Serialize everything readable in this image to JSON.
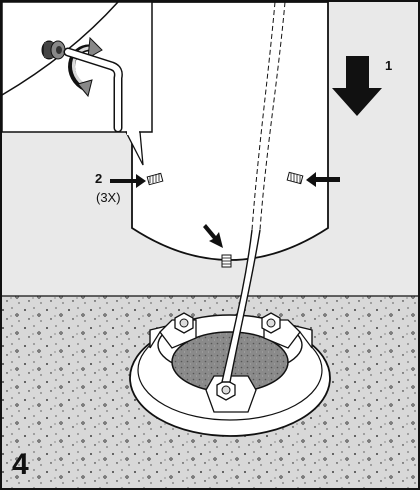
{
  "figure": {
    "step_arrow_1_label": "1",
    "step_arrow_2_label": "2",
    "fastener_count": "(3X)",
    "panel_number": "4"
  },
  "colors": {
    "background": "#e9e9e9",
    "floor": "#d8d8d8",
    "ink": "#111111",
    "grout": "#8a8a8a",
    "tank": "#ffffff"
  },
  "icons": [
    "down-arrow-icon",
    "pointer-arrow-icon",
    "rotation-arrow-icon",
    "hex-key-icon",
    "bolt-icon"
  ]
}
